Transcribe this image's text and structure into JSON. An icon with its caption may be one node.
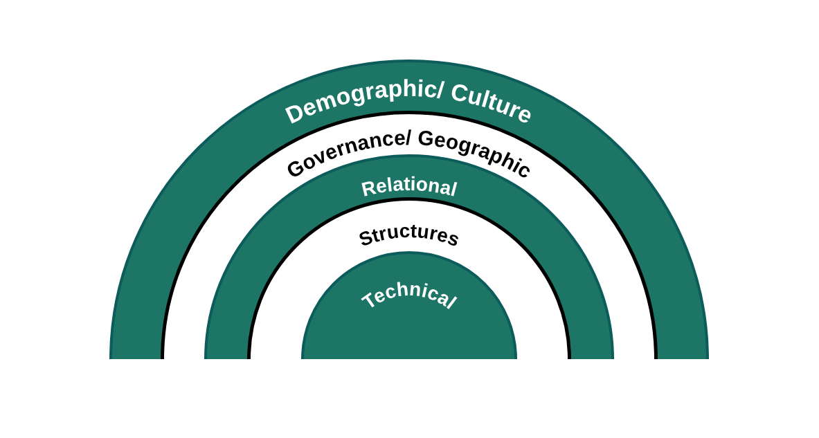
{
  "diagram": {
    "nodes": [
      {
        "text": [
          "Demographic/ Culture"
        ]
      },
      {
        "text": [
          "Governance/ Geographic"
        ],
        "in": 0
      },
      {
        "text": [
          "Relational"
        ],
        "in": 1
      },
      {
        "text": [
          "Structures"
        ],
        "in": 2
      },
      {
        "text": [
          "Technical"
        ],
        "in": 3
      }
    ]
  }
}
